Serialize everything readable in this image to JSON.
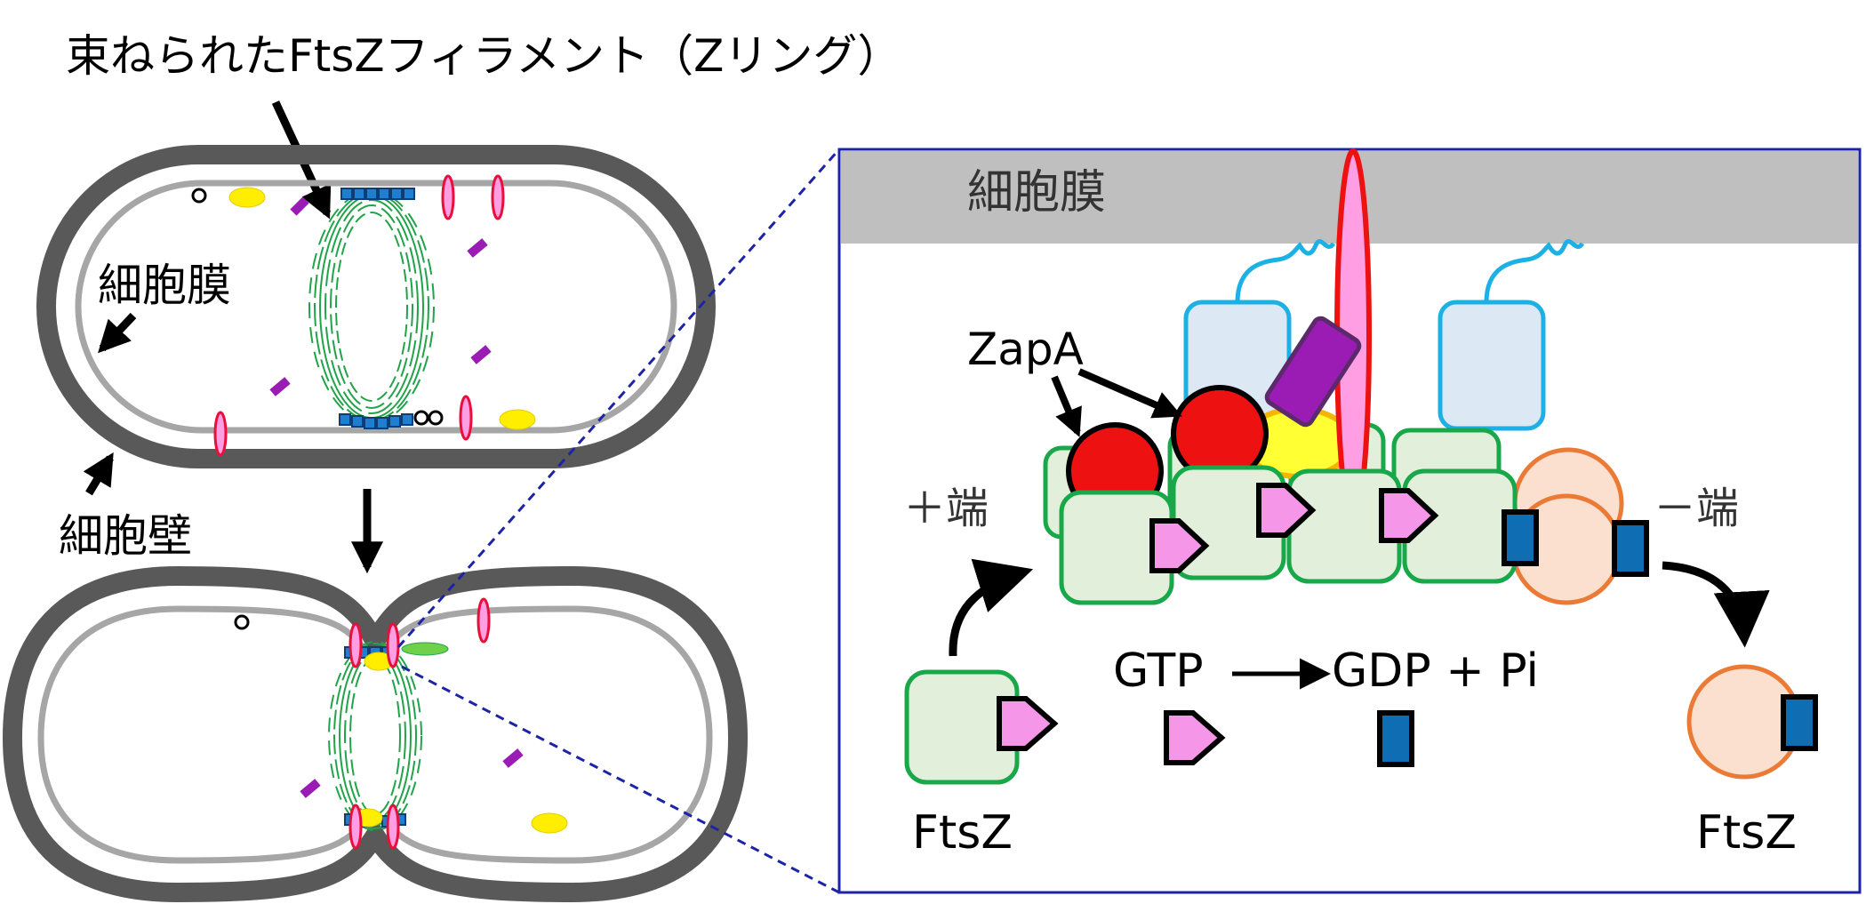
{
  "labels": {
    "title_zring": "束ねられたFtsZフィラメント（Zリング）",
    "cell_membrane": "細胞膜",
    "cell_wall": "細胞壁",
    "zoom_membrane": "細胞膜",
    "zapa": "ZapA",
    "plus_end": "＋端",
    "minus_end": "－端",
    "gtp": "GTP",
    "gdp_pi": "GDP + Pi",
    "ftsz_left": "FtsZ",
    "ftsz_right": "FtsZ"
  },
  "colors": {
    "cell_wall": "#595959",
    "membrane": "#a6a6a6",
    "zring": "#22a34a",
    "ftsz_fill": "#e2efda",
    "ftsz_stroke": "#18a84a",
    "gtp": "#f596e8",
    "gdp": "#0f6db3",
    "zapa": "#ee1111",
    "ftsa_fill": "#ffff33",
    "zipa_fill": "#dde8f5",
    "zipa_stroke": "#1cb0e4",
    "purple": "#9b1bb5",
    "pink_ellipse": "#ff9ee3",
    "depoly_fill": "#fbe0cf",
    "depoly_stroke": "#ea7a35",
    "zoom_frame": "#1c24a5",
    "membrane_band": "#bfbfbf"
  },
  "icons": {
    "down_arrow": "arrow-down-icon",
    "pointer": "arrow-pointer-icon"
  }
}
